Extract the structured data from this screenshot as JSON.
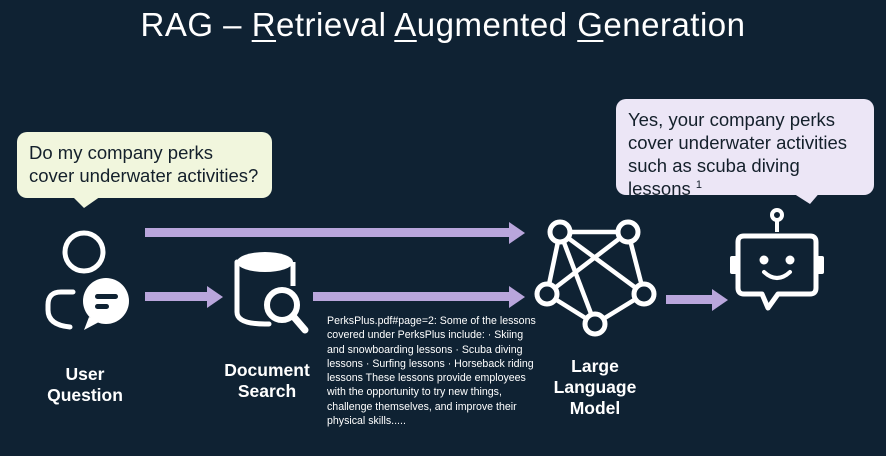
{
  "title": {
    "prefix": "RAG – ",
    "word1_initial": "R",
    "word1_rest": "etrieval ",
    "word2_initial": "A",
    "word2_rest": "ugmented ",
    "word3_initial": "G",
    "word3_rest": "eneration"
  },
  "question_bubble": {
    "text": "Do my company perks cover underwater activities?"
  },
  "answer_bubble": {
    "text": "Yes, your company perks cover underwater activities such as scuba diving lessons",
    "citation": "1"
  },
  "labels": {
    "user_question": [
      "User",
      "Question"
    ],
    "document_search": [
      "Document",
      "Search"
    ],
    "llm": [
      "Large",
      "Language",
      "Model"
    ]
  },
  "snippet": {
    "text": "PerksPlus.pdf#page=2: Some of the lessons covered under PerksPlus include: · Skiing and snowboarding lessons · Scuba diving lessons · Surfing lessons · Horseback riding lessons These lessons provide employees with the opportunity to try new things, challenge themselves, and improve their physical skills....."
  },
  "icons": {
    "user": "user-chat-icon",
    "search": "database-search-icon",
    "llm": "neural-network-icon",
    "bot": "robot-chat-icon"
  },
  "colors": {
    "background": "#0f2233",
    "arrow": "#b9a6dc",
    "question_bubble": "#f1f6dd",
    "answer_bubble": "#ece6f6"
  }
}
